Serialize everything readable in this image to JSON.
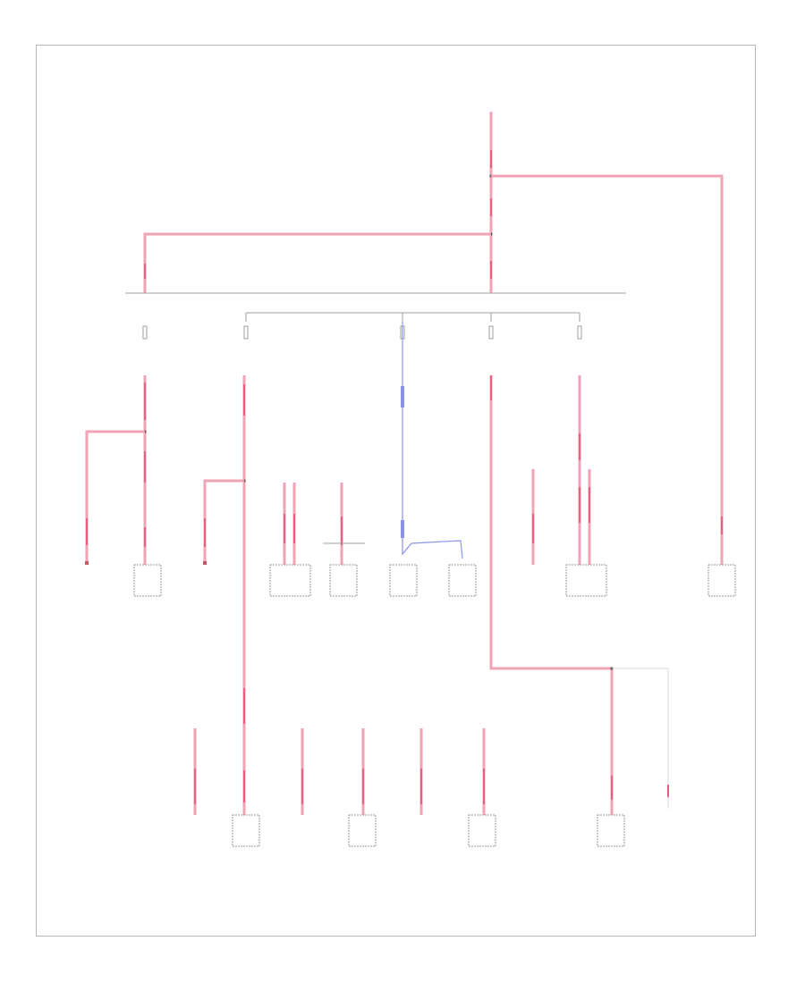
{
  "page": {
    "corner_code": "",
    "footer_code": ""
  },
  "diagram": {
    "source_label": "",
    "bus_label": "",
    "upper_branch_label": "",
    "left_branch_label": "",
    "fuses": [
      {
        "id": "fuse-1",
        "label": ""
      },
      {
        "id": "fuse-2",
        "label": ""
      },
      {
        "id": "fuse-3",
        "label": ""
      },
      {
        "id": "fuse-4",
        "label": ""
      },
      {
        "id": "fuse-5",
        "label": ""
      }
    ],
    "components_row1": [
      {
        "id": "c1",
        "label": ""
      },
      {
        "id": "c2",
        "label": ""
      },
      {
        "id": "c3",
        "label": ""
      },
      {
        "id": "c4",
        "label": ""
      },
      {
        "id": "c5",
        "label": ""
      },
      {
        "id": "c6",
        "label": ""
      },
      {
        "id": "c7",
        "label": ""
      },
      {
        "id": "c8",
        "label": ""
      },
      {
        "id": "c9",
        "label": ""
      },
      {
        "id": "c10",
        "label": ""
      },
      {
        "id": "c11",
        "label": ""
      },
      {
        "id": "c12",
        "label": ""
      },
      {
        "id": "c13",
        "label": ""
      }
    ],
    "components_row2": [
      {
        "id": "d1",
        "label": ""
      },
      {
        "id": "d2",
        "label": ""
      },
      {
        "id": "d3",
        "label": ""
      },
      {
        "id": "d4",
        "label": ""
      },
      {
        "id": "d5",
        "label": ""
      },
      {
        "id": "d6",
        "label": ""
      },
      {
        "id": "d7",
        "label": ""
      },
      {
        "id": "d8",
        "label": ""
      },
      {
        "id": "d9",
        "label": ""
      }
    ],
    "colors": {
      "red_wire": "#f0a3b5",
      "red_wire_core": "#e8607f",
      "blue_wire": "#8c92e6",
      "gray_wire": "#a0a0a0",
      "box": "#9a9a9a"
    }
  }
}
